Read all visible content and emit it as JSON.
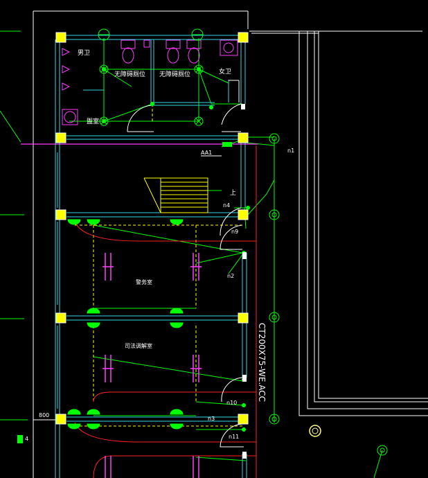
{
  "rooms": {
    "male_toilet": "男卫",
    "accessible_left": "无障碍厕位",
    "accessible_right": "无障碍厕位",
    "female_toilet": "女卫",
    "wash_room": "盥室",
    "room_mid": "警务室",
    "room_lower": "司法调解室"
  },
  "stair_label": "上",
  "tags": {
    "panel": "AA1",
    "n1": "n1",
    "n4": "n4",
    "n9": "n9",
    "n2": "n2",
    "n10": "n10",
    "n3": "n3",
    "n11": "n11"
  },
  "cable_tray": "CT200X75-WE.ACC",
  "dimension": "800",
  "colors": {
    "wall": "#ffffff",
    "cyan": "#33d6e8",
    "green": "#00ff00",
    "magenta": "#ff3dff",
    "red": "#ff2020",
    "yellow": "#ffff00"
  }
}
